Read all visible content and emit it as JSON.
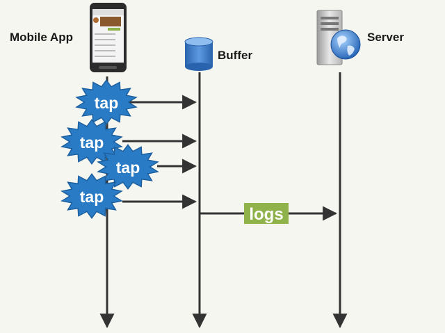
{
  "participants": {
    "mobile": {
      "label": "Mobile App",
      "icon": "smartphone-icon"
    },
    "buffer": {
      "label": "Buffer",
      "icon": "database-cylinder-icon"
    },
    "server": {
      "label": "Server",
      "icon": "server-globe-icon"
    }
  },
  "messages": {
    "tap_label": "tap",
    "logs_label": "logs"
  },
  "colors": {
    "background": "#f6f6f0",
    "burst_fill": "#2a7bc6",
    "burst_stroke": "#1c5f9e",
    "logs_fill": "#8fb24a",
    "line": "#333333",
    "cylinder": "#3b78c7"
  }
}
